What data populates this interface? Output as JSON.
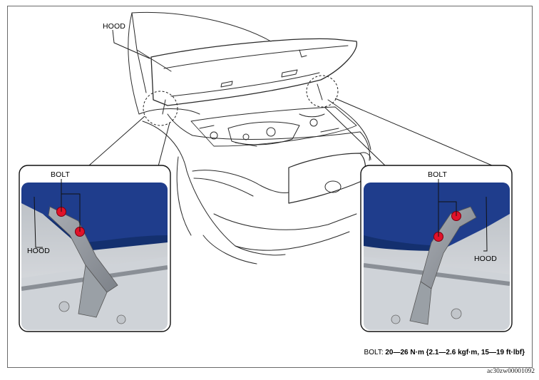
{
  "labels": {
    "hood_main": "HOOD",
    "bolt_left": "BOLT",
    "hood_left": "HOOD",
    "bolt_right": "BOLT",
    "hood_right": "HOOD"
  },
  "specification": {
    "prefix": "BOLT:",
    "value": "20—26 N·m {2.1—2.6 kgf·m, 15—19 ft·lbf}"
  },
  "figure_code": "ac30zw00001092",
  "colors": {
    "hood_panel": "#1f3d8c",
    "bolt": "#e0122a",
    "line": "#222222",
    "frame": "#6a6a6a"
  }
}
